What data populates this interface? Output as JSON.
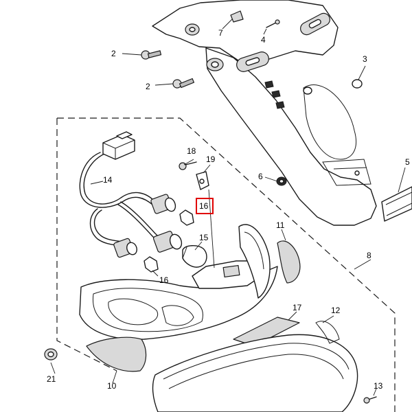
{
  "callouts": {
    "c1": "2",
    "c2": "2",
    "c3": "3",
    "c4": "4",
    "c5": "5",
    "c6": "6",
    "c7": "7",
    "c8": "8",
    "c10": "10",
    "c11": "11",
    "c12": "12",
    "c13": "13",
    "c14": "14",
    "c15": "15",
    "c16a": "16",
    "c16b": "16",
    "c17": "17",
    "c18": "18",
    "c19": "19",
    "c21": "21"
  },
  "highlight": {
    "color": "#e00000",
    "target_callout": "16"
  }
}
